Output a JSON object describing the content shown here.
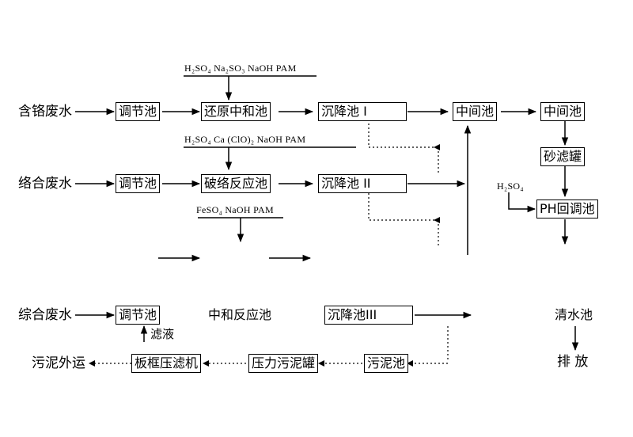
{
  "inputs": {
    "chrome_wastewater": "含铬废水",
    "complex_wastewater": "络合废水",
    "mixed_wastewater": "综合废水"
  },
  "row1": {
    "regulating_tank": "调节池",
    "reduction_tank": "还原中和池",
    "settling_tank": "沉降池 I",
    "intermediate_tank": "中间池",
    "intermediate_tank_2": "中间池",
    "reagents": "H₂SO₄ Na₂SO₃ NaOH PAM"
  },
  "row2": {
    "regulating_tank": "调节池",
    "complex_breaking_tank": "破络反应池",
    "settling_tank": "沉降池 II",
    "reagents_top": "H₂SO₄ Ca (ClO)₂ NaOH PAM",
    "reagents_bottom": "FeSO₄ NaOH PAM"
  },
  "polish": {
    "sand_filter": "砂滤罐",
    "acid_reagent": "H₂SO₄",
    "ph_tank": "PH回调池"
  },
  "row3": {
    "regulating_tank": "调节池",
    "neutralization_tank": "中和反应池",
    "settling_tank": "沉降池III",
    "clean_water_tank": "清水池",
    "discharge": "排 放",
    "filtrate": "滤液"
  },
  "sludge": {
    "sludge_tank": "污泥池",
    "pressure_tank": "压力污泥罐",
    "filter_press": "板框压滤机",
    "sludge_out": "污泥外运"
  }
}
